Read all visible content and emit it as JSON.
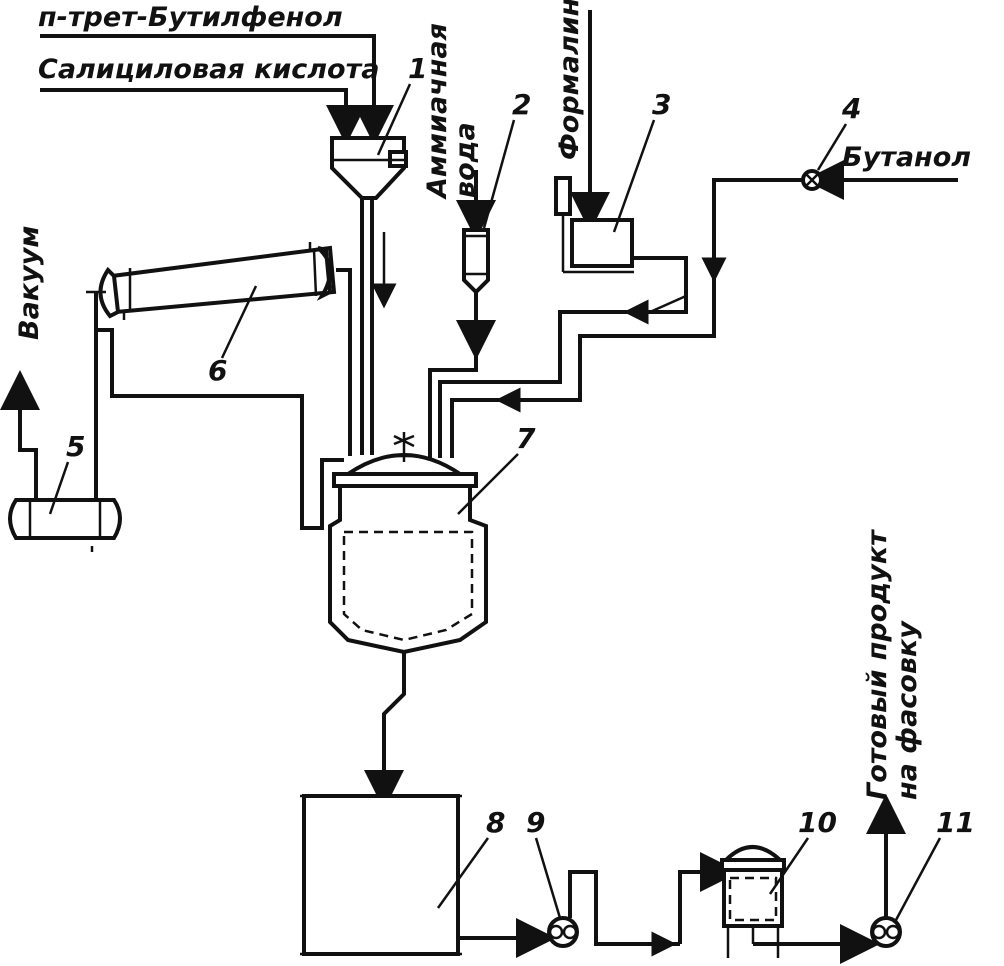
{
  "labels": {
    "butylphenol": "п-трет-Бутилфенол",
    "salicylic": "Салициловая кислота",
    "ammonia_line1": "Аммиачная",
    "ammonia_line2": "вода",
    "formalin": "Формалин",
    "butanol": "Бутанол",
    "vacuum": "Вакуум",
    "product_line1": "Готовый продукт",
    "product_line2": "на фасовку"
  },
  "numbers": {
    "n1": "1",
    "n2": "2",
    "n3": "3",
    "n4": "4",
    "n5": "5",
    "n6": "6",
    "n7": "7",
    "n8": "8",
    "n9": "9",
    "n10": "10",
    "n11": "11"
  }
}
